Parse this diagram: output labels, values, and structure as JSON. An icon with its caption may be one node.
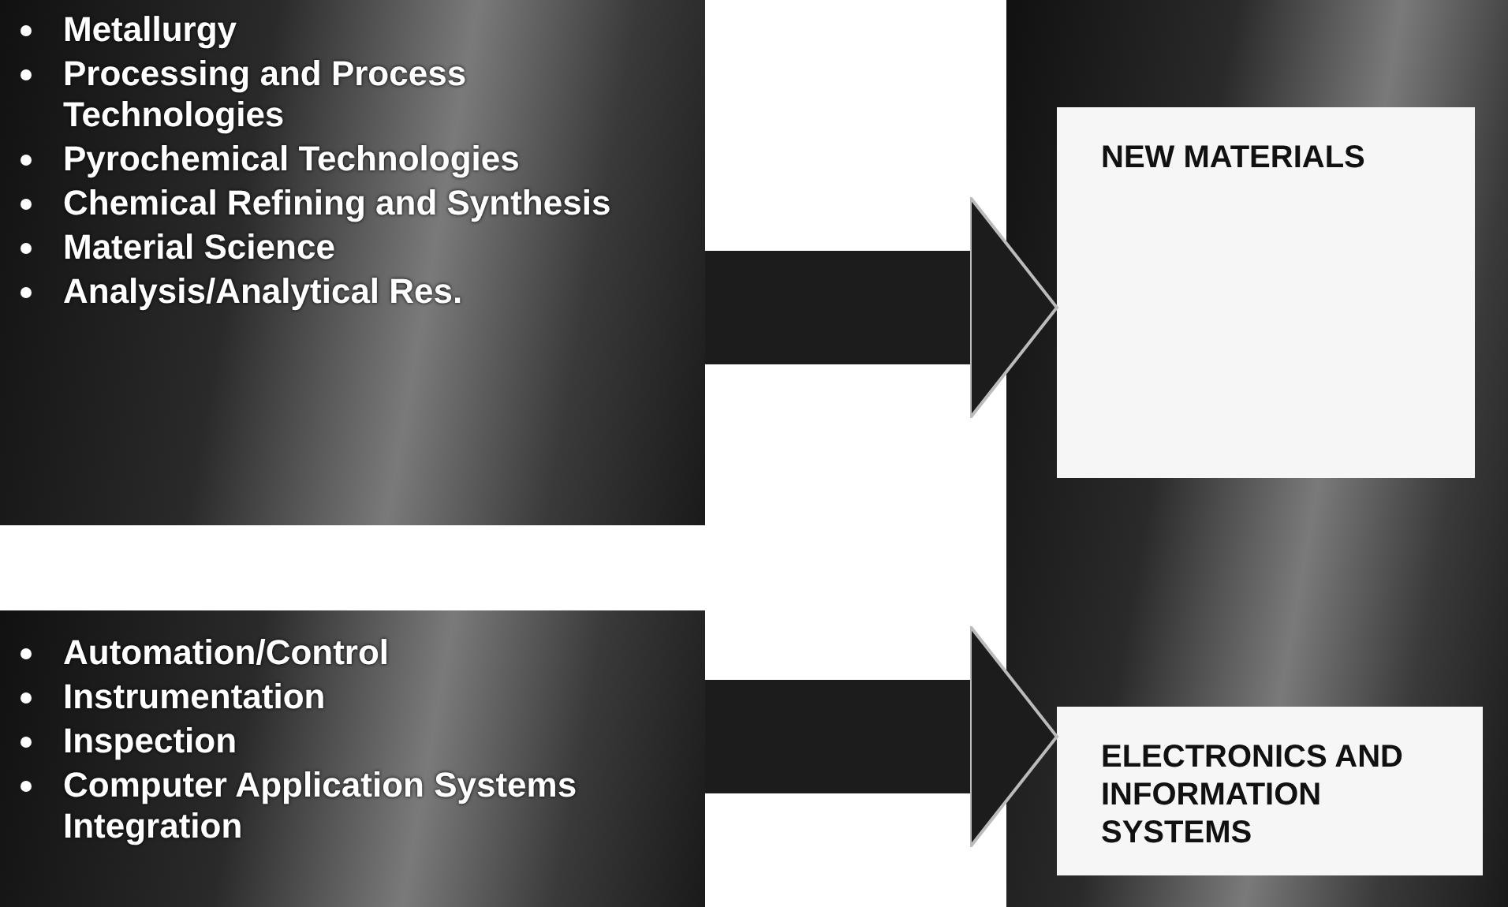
{
  "diagram": {
    "nodes": [
      {
        "text": [
          "Metallurgy",
          "Processing and Process Technologies",
          "Pyrochemical Technologies",
          "Chemical Refining and Synthesis",
          "Material Science",
          "Analysis/Analytical Res."
        ]
      },
      {
        "text": [
          "Automation/Control",
          "Instrumentation",
          "Inspection",
          "Computer Application Systems Integration"
        ]
      },
      {
        "text": [],
        "shape": "box"
      },
      {
        "text": [
          "NEW MATERIALS"
        ],
        "in": 2
      },
      {
        "text": [
          "ELECTRONICS AND INFORMATION SYSTEMS"
        ],
        "in": 2
      }
    ],
    "edges": [
      {
        "from": 0,
        "to": 3,
        "arrow": "to"
      },
      {
        "from": 1,
        "to": 4,
        "arrow": "to"
      }
    ]
  }
}
